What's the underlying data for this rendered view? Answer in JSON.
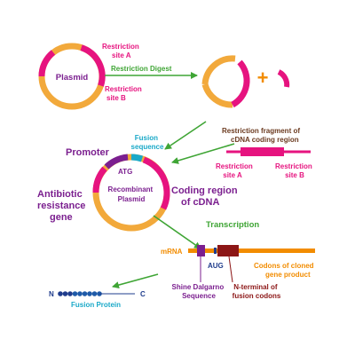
{
  "colors": {
    "magenta": "#e6137f",
    "gold": "#f2a93b",
    "teal": "#1aa9c8",
    "purple": "#7b1f8f",
    "green": "#3fa535",
    "brown": "#6b3a1f",
    "orange": "#f28c00",
    "dark_red": "#8c1616",
    "navy": "#1f3c8c",
    "blue_dot": "#1e5aa8"
  },
  "plasmid": {
    "label": "Plasmid",
    "site_a": [
      "Restriction",
      "site A"
    ],
    "site_b": [
      "Restriction",
      "site B"
    ]
  },
  "restriction_digest": {
    "label": "Restriction Digest"
  },
  "plus_sign": "+",
  "fragment": {
    "title": [
      "Restriction fragment of",
      "cDNA coding region"
    ],
    "site_a": [
      "Restriction",
      "site A"
    ],
    "site_b": [
      "Restriction",
      "site B"
    ]
  },
  "recombinant": {
    "label": [
      "Recombinant",
      "Plasmid"
    ],
    "atg": "ATG",
    "promoter": "Promoter",
    "fusion_sequence": [
      "Fusion",
      "sequence"
    ],
    "antibiotic": [
      "Antibiotic",
      "resistance",
      "gene"
    ],
    "coding_region": [
      "Coding region",
      "of cDNA"
    ]
  },
  "transcription": {
    "label": "Transcription"
  },
  "mrna": {
    "label": "mRNA",
    "aug": "AUG",
    "shine_dalgarno": [
      "Shine Dalgarno",
      "Sequence"
    ],
    "n_terminal": [
      "N-terminal of",
      "fusion codons"
    ],
    "codons": [
      "Codons of cloned",
      "gene product"
    ]
  },
  "fusion_protein": {
    "n_label": "N",
    "c_label": "C",
    "label": "Fusion Protein",
    "bead_count": 9
  }
}
